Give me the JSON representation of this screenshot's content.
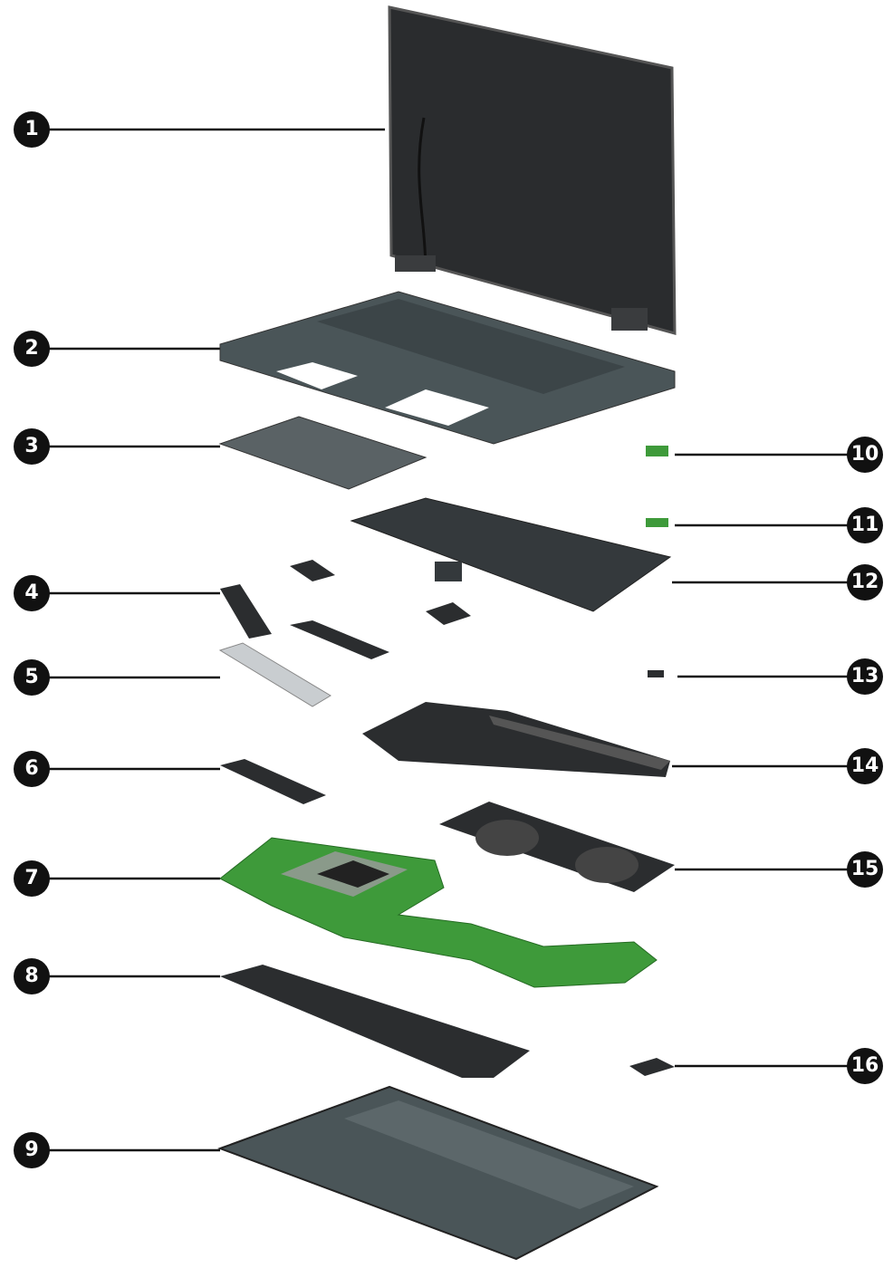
{
  "callouts": [
    "1",
    "2",
    "3",
    "4",
    "5",
    "6",
    "7",
    "8",
    "9",
    "10",
    "11",
    "12",
    "13",
    "14",
    "15",
    "16"
  ],
  "colors": {
    "ink": "#111111",
    "panel": "#4a5558",
    "board": "#3e9a3a",
    "dark": "#2b2d2f",
    "light": "#c9cdd0"
  }
}
